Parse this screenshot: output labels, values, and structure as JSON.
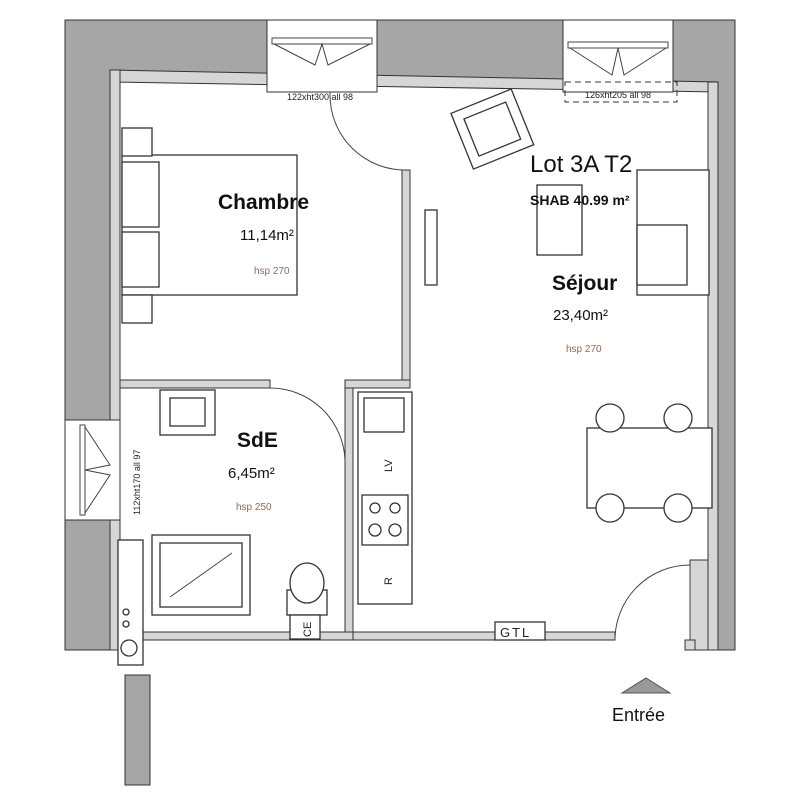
{
  "lot": {
    "title": "Lot 3A T2",
    "shab": "SHAB 40.99 m²"
  },
  "rooms": [
    {
      "name": "Chambre",
      "area": "11,14m²",
      "hsp": "hsp 270"
    },
    {
      "name": "Séjour",
      "area": "23,40m²",
      "hsp": "hsp 270"
    },
    {
      "name": "SdE",
      "area": "6,45m²",
      "hsp": "hsp 250"
    }
  ],
  "windows": [
    {
      "label": "122xht300 all 98"
    },
    {
      "label": "126xht205 all 98"
    },
    {
      "label": "112xht170 all 97"
    }
  ],
  "fixtures": {
    "lv": "LV",
    "r": "R",
    "ce": "CE",
    "gtl": "GTL"
  },
  "entrance": {
    "label": "Entrée"
  }
}
